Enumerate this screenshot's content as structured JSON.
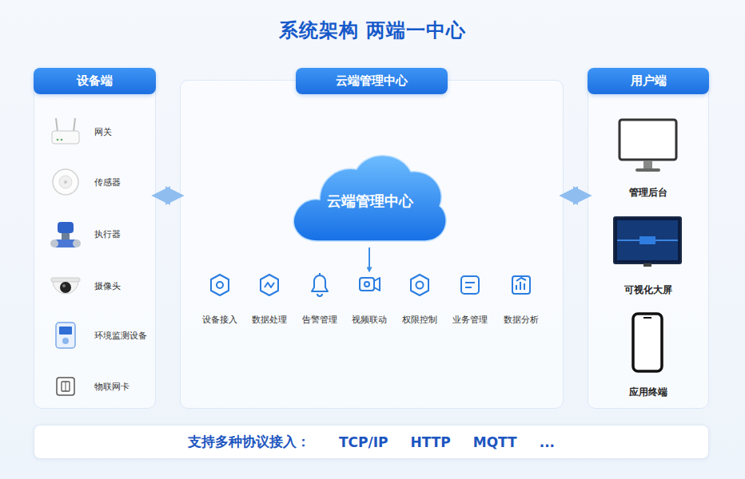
{
  "diagram": {
    "title": "系统架构 两端一中心",
    "nodes": [
      {
        "text": [
          "设备端"
        ]
      },
      {
        "text": [
          "网关"
        ],
        "in": 0
      },
      {
        "text": [
          "传感器"
        ],
        "in": 0
      },
      {
        "text": [
          "执行器"
        ],
        "in": 0
      },
      {
        "text": [
          "摄像头"
        ],
        "in": 0
      },
      {
        "text": [
          "环境监测设备"
        ],
        "in": 0
      },
      {
        "text": [
          "物联网卡"
        ],
        "in": 0
      },
      {
        "text": [
          "云端管理中心"
        ]
      },
      {
        "text": [
          "云端管理中心"
        ],
        "in": 7
      },
      {
        "text": [
          "设备接入"
        ],
        "in": 7
      },
      {
        "text": [
          "数据处理"
        ],
        "in": 7
      },
      {
        "text": [
          "告警管理"
        ],
        "in": 7
      },
      {
        "text": [
          "视频联动"
        ],
        "in": 7
      },
      {
        "text": [
          "权限控制"
        ],
        "in": 7
      },
      {
        "text": [
          "业务管理"
        ],
        "in": 7
      },
      {
        "text": [
          "数据分析"
        ],
        "in": 7
      },
      {
        "text": [
          "用户端"
        ]
      },
      {
        "text": [
          "管理后台"
        ],
        "in": 16
      },
      {
        "text": [
          "可视化大屏"
        ],
        "in": 16
      },
      {
        "text": [
          "应用终端"
        ],
        "in": 16
      },
      {
        "text": [
          "支持多种协议接入：",
          "TCP/IP",
          "HTTP",
          "MQTT",
          "..."
        ]
      }
    ],
    "edges": [
      {
        "from": 0,
        "to": 7,
        "arrow": "both"
      },
      {
        "from": 7,
        "to": 16,
        "arrow": "both"
      },
      {
        "from": 8,
        "to": 12,
        "arrow": "to"
      }
    ]
  }
}
